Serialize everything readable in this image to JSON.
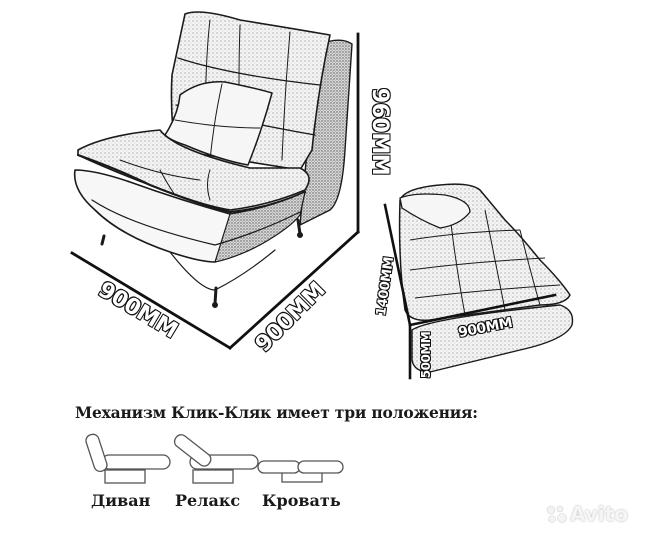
{
  "illustration": {
    "armchair": {
      "width_label": "900MM",
      "depth_label": "900MM",
      "height_label": "960MM"
    },
    "bed": {
      "length_label": "1400MM",
      "width_label": "900MM",
      "height_label": "500MM"
    }
  },
  "mechanism": {
    "heading": "Механизм Клик-Кляк имеет три положения:",
    "positions": [
      {
        "label": "Диван",
        "icon": "sofa-upright-icon"
      },
      {
        "label": "Релакс",
        "icon": "sofa-recline-icon"
      },
      {
        "label": "Кровать",
        "icon": "sofa-bed-flat-icon"
      }
    ]
  },
  "watermark": {
    "text": "Avito",
    "icon": "avito-dots-icon"
  },
  "colors": {
    "line": "#111111",
    "sketch_fill": "#f2f2f2",
    "sketch_shade": "#9a9a9a",
    "text": "#1a1a1a",
    "background": "#ffffff"
  }
}
